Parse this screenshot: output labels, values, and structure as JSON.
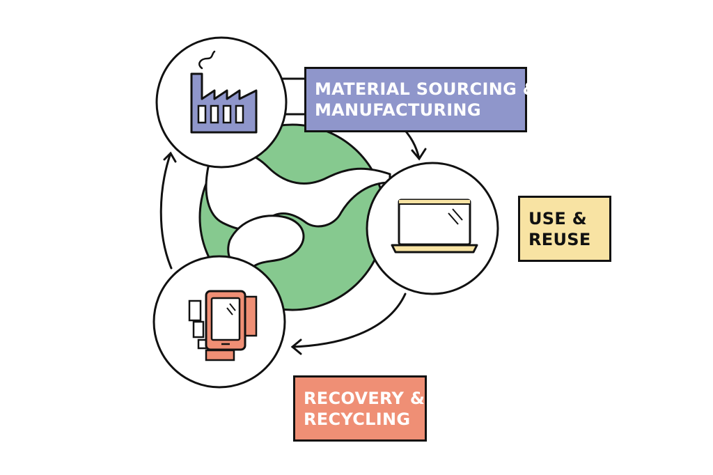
{
  "diagram": {
    "stages": [
      {
        "id": "manufacturing",
        "icon": "factory-icon",
        "lines": [
          "MATERIAL SOURCING &",
          "MANUFACTURING"
        ],
        "color": "#8f96cb"
      },
      {
        "id": "use",
        "icon": "laptop-icon",
        "lines": [
          "USE &",
          "REUSE"
        ],
        "color": "#f8e3a3"
      },
      {
        "id": "recovery",
        "icon": "phones-icon",
        "lines": [
          "RECOVERY &",
          "RECYCLING"
        ],
        "color": "#ef8f75"
      }
    ],
    "globe_color": "#86c98f",
    "outline_color": "#111111"
  }
}
